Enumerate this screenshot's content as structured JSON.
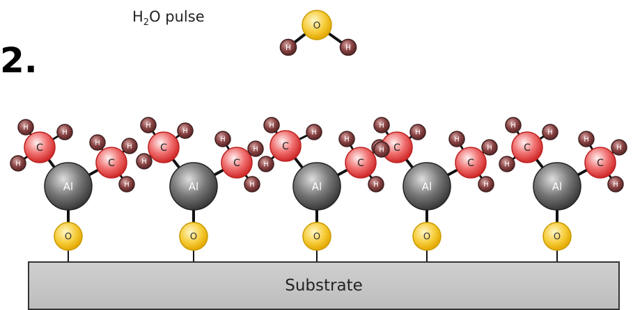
{
  "step_label": "2.",
  "pulse": {
    "text": "H",
    "subscript": "2",
    "suffix": "O pulse"
  },
  "substrate_label": "Substrate",
  "atom_labels": {
    "oxygen": "O",
    "aluminum": "Al",
    "carbon": "C",
    "hydrogen": "H"
  },
  "colors": {
    "oxygen": "#f4c430",
    "aluminum": "#6e6e6e",
    "carbon": "#e84a4a",
    "hydrogen": "#7a3a3a",
    "bond": "#111111"
  },
  "surface_sites": 5,
  "methyl_groups_per_site": 2
}
